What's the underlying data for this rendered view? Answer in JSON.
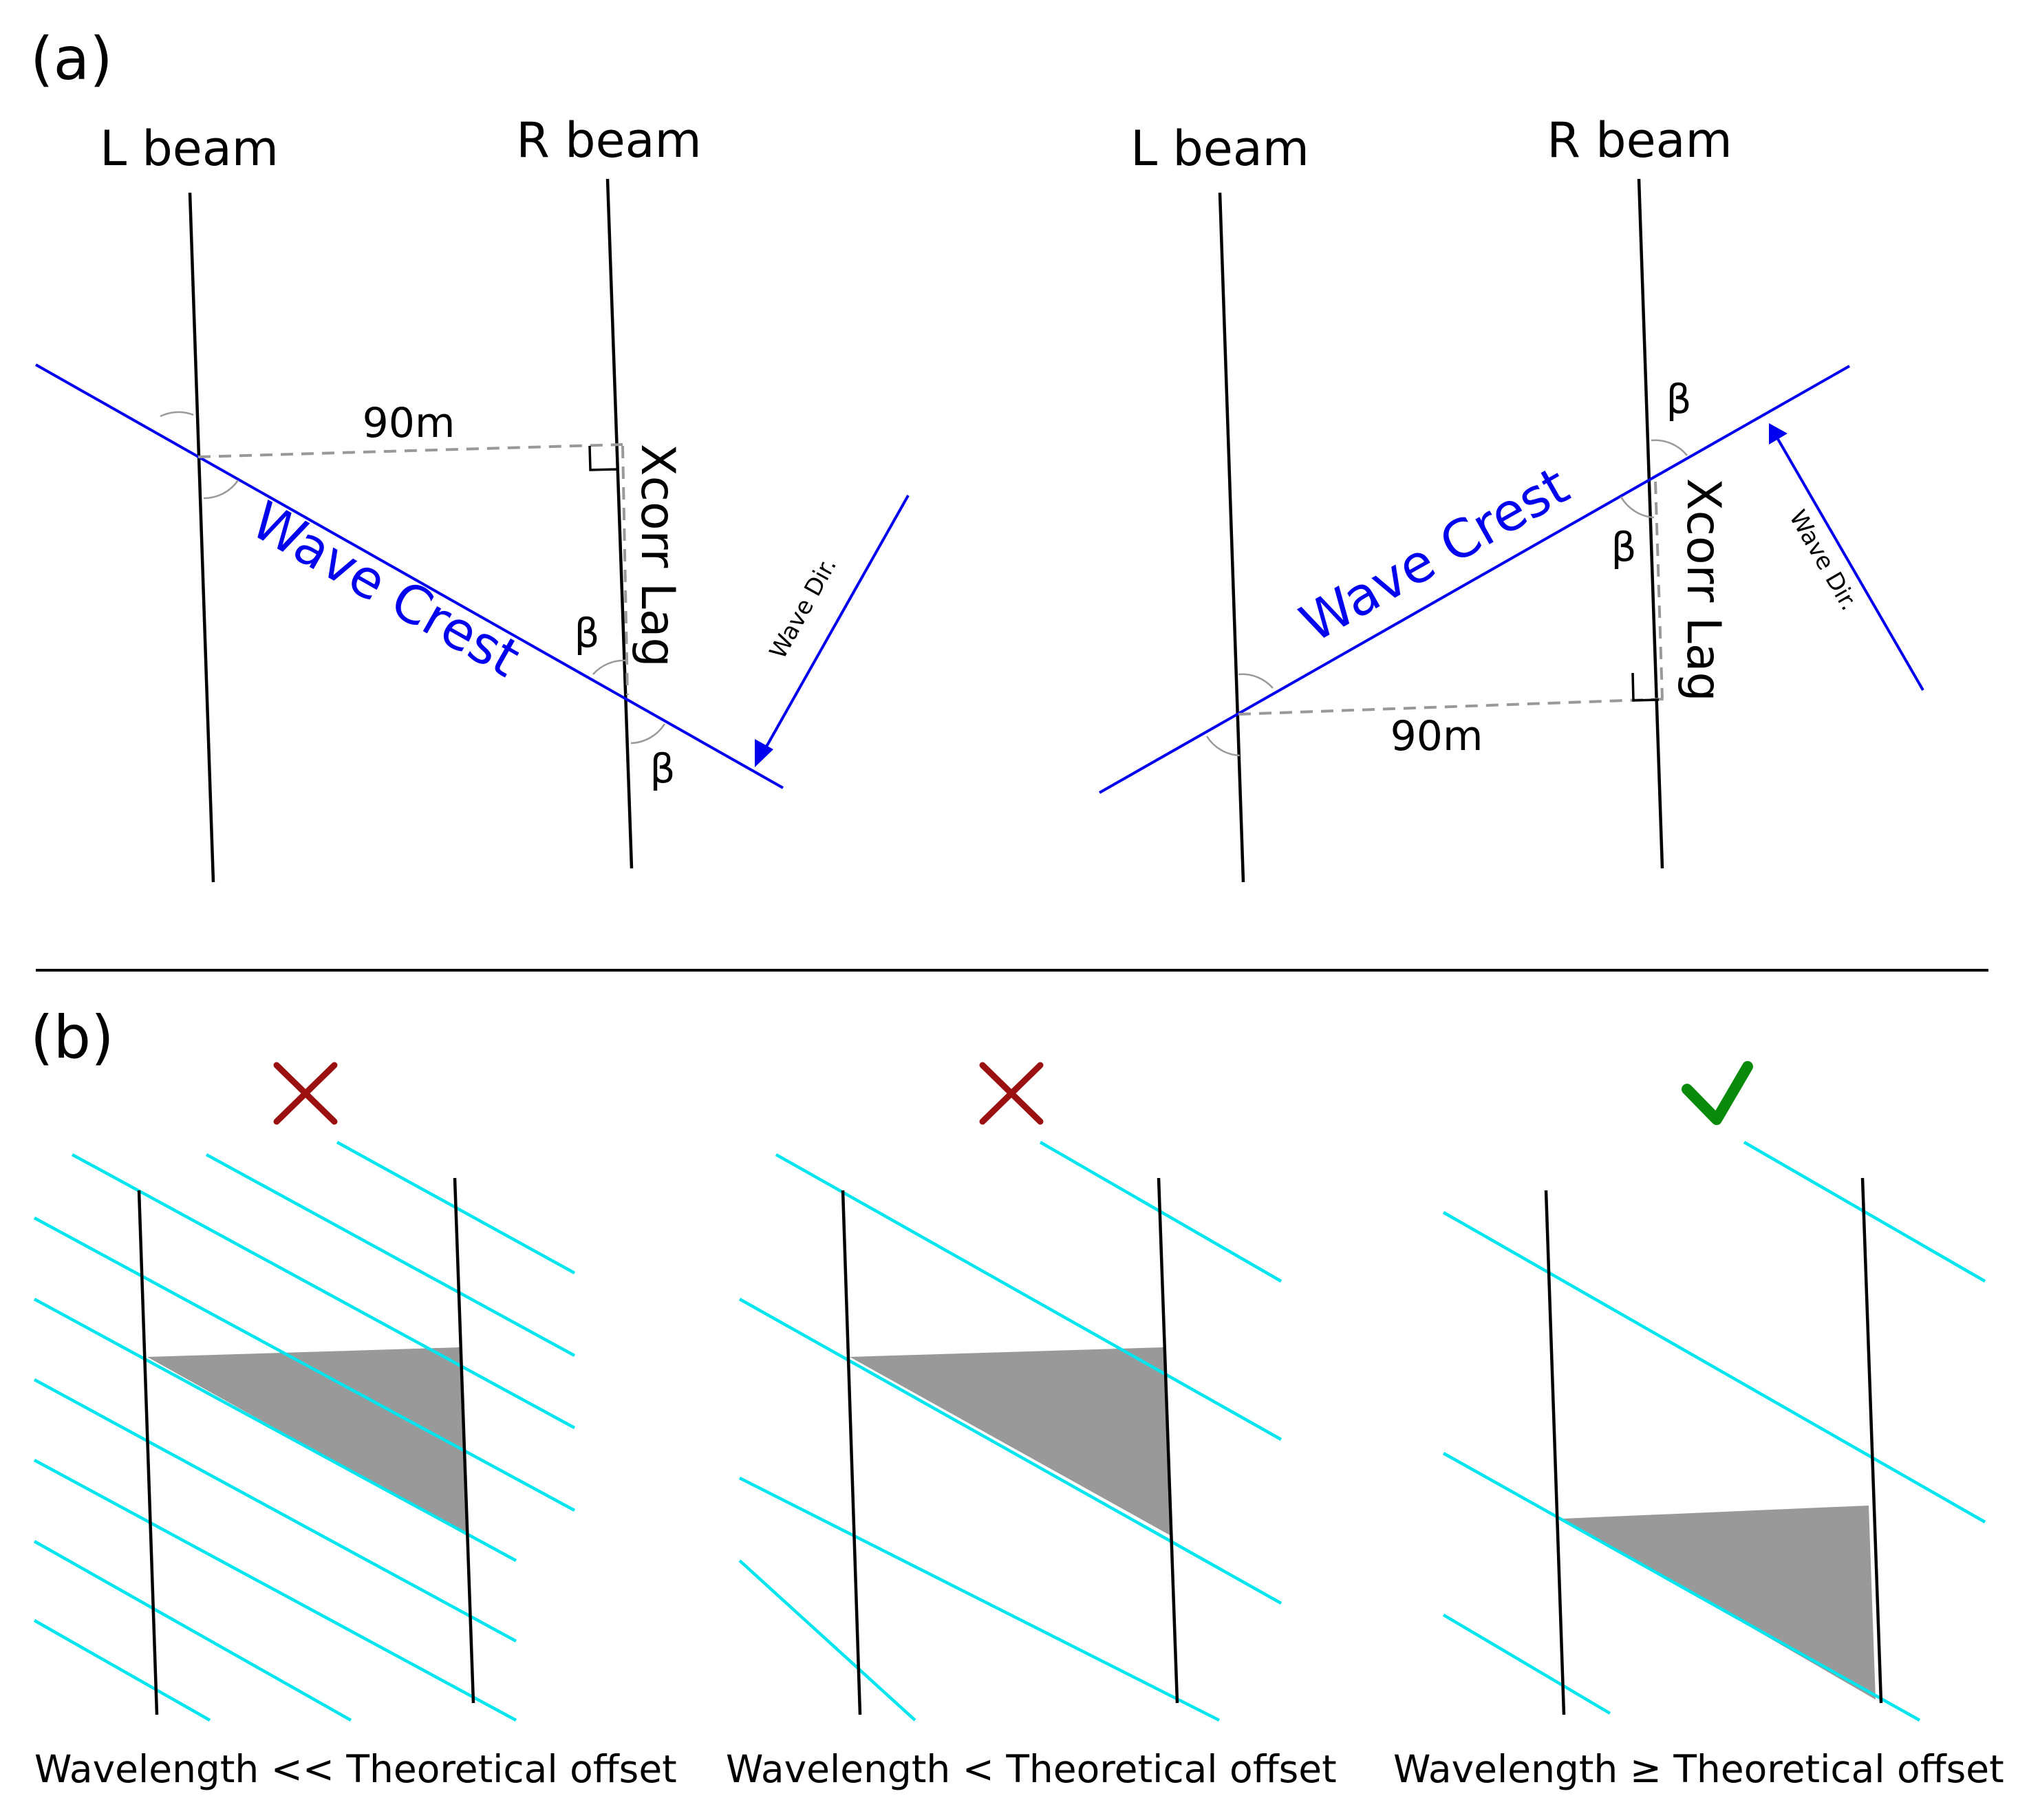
{
  "panel_a": {
    "label": "(a)",
    "left": {
      "l_beam": "L beam",
      "r_beam": "R beam",
      "offset": "90m",
      "lag": "Xcorr Lag",
      "crest": "Wave Crest",
      "angle": "β",
      "wave_dir": "Wave Dir."
    },
    "right": {
      "l_beam": "L beam",
      "r_beam": "R beam",
      "offset": "90m",
      "lag": "Xcorr Lag",
      "crest": "Wave Crest",
      "angle": "β",
      "wave_dir": "Wave Dir."
    }
  },
  "panel_b": {
    "label": "(b)",
    "cases": [
      {
        "caption": "Wavelength << Theoretical offset",
        "status": "incorrect",
        "status_icon": "cross-icon",
        "color": "#9b1111"
      },
      {
        "caption": "Wavelength < Theoretical offset",
        "status": "incorrect",
        "status_icon": "cross-icon",
        "color": "#9b1111"
      },
      {
        "caption": "Wavelength ≥ Theoretical offset",
        "status": "correct",
        "status_icon": "checkmark-icon",
        "color": "#0a8a0a"
      }
    ]
  },
  "colors": {
    "beam": "#000000",
    "wave_crest": "#0000ee",
    "crest_lines": "#00e5ee",
    "shaded_triangle": "#999999",
    "dashed": "#999999"
  }
}
